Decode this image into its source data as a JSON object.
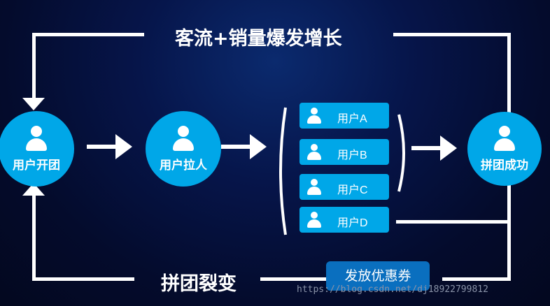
{
  "top_label": "客流+销量爆发增长",
  "bottom_label": "拼团裂变",
  "nodes": {
    "open": "用户开团",
    "invite": "用户拉人",
    "success": "拼团成功"
  },
  "users": [
    {
      "label": "用户A"
    },
    {
      "label": "用户B"
    },
    {
      "label": "用户C"
    },
    {
      "label": "用户D"
    }
  ],
  "coupon_label": "发放优惠券",
  "watermark": "https://blog.csdn.net/dj18922799812",
  "colors": {
    "accent": "#00a7e8",
    "coupon": "#0a6fbf",
    "background": "#040b2c"
  }
}
